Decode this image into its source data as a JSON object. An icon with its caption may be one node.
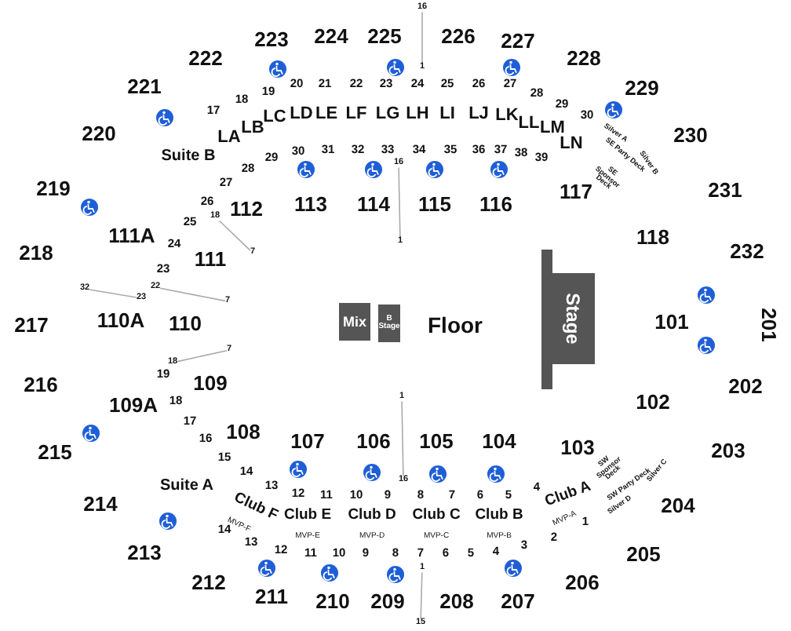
{
  "diagram": {
    "nodes": [
      {
        "text": [
          "Mix"
        ]
      },
      {
        "text": [
          "B Stage"
        ]
      },
      {
        "text": [
          "Stage"
        ]
      },
      {
        "text": [
          "16"
        ]
      },
      {
        "text": [
          "1"
        ]
      },
      {
        "text": [
          "16"
        ]
      },
      {
        "text": [
          "1"
        ]
      },
      {
        "text": [
          "18"
        ]
      },
      {
        "text": [
          "7"
        ]
      },
      {
        "text": [
          "32"
        ]
      },
      {
        "text": [
          "23"
        ]
      },
      {
        "text": [
          "22"
        ]
      },
      {
        "text": [
          "7"
        ]
      },
      {
        "text": [
          "18"
        ]
      },
      {
        "text": [
          "7"
        ]
      },
      {
        "text": [
          "1"
        ]
      },
      {
        "text": [
          "16"
        ]
      },
      {
        "text": [
          "1"
        ]
      },
      {
        "text": [
          "15"
        ]
      }
    ],
    "edges": [
      {
        "from": 3,
        "to": 4,
        "arrow": "none"
      },
      {
        "from": 5,
        "to": 6,
        "arrow": "none"
      },
      {
        "from": 7,
        "to": 8,
        "arrow": "none"
      },
      {
        "from": 9,
        "to": 10,
        "arrow": "none"
      },
      {
        "from": 11,
        "to": 12,
        "arrow": "none"
      },
      {
        "from": 13,
        "to": 14,
        "arrow": "none"
      },
      {
        "from": 15,
        "to": 16,
        "arrow": "none"
      },
      {
        "from": 17,
        "to": 18,
        "arrow": "none"
      }
    ],
    "labels": [
      "223",
      "224",
      "225",
      "226",
      "227",
      "222",
      "228",
      "221",
      "229",
      "20",
      "21",
      "22",
      "23",
      "24",
      "25",
      "26",
      "27",
      "19",
      "28",
      "18",
      "29",
      "17",
      "30",
      "LA",
      "LB",
      "LC",
      "LD",
      "LE",
      "LF",
      "LG",
      "LH",
      "LI",
      "LJ",
      "LK",
      "LL",
      "LM",
      "LN",
      "Silver A",
      "Silver B",
      "SE Party Deck",
      "SE Sponsor Deck",
      "220",
      "230",
      "Suite B",
      "29",
      "30",
      "31",
      "32",
      "33",
      "34",
      "35",
      "36",
      "37",
      "38",
      "39",
      "28",
      "27",
      "219",
      "26",
      "112",
      "113",
      "114",
      "115",
      "116",
      "117",
      "231",
      "25",
      "218",
      "111A",
      "24",
      "111",
      "118",
      "232",
      "23",
      "217",
      "110A",
      "110",
      "Floor",
      "101",
      "201",
      "19",
      "216",
      "109",
      "202",
      "109A",
      "18",
      "102",
      "17",
      "16",
      "108",
      "215",
      "107",
      "106",
      "105",
      "104",
      "103",
      "203",
      "15",
      "14",
      "SW Sponsor Deck",
      "SW Party Deck",
      "Silver C",
      "Suite A",
      "13",
      "12",
      "11",
      "10",
      "9",
      "8",
      "7",
      "6",
      "5",
      "4",
      "Club A",
      "214",
      "Club F",
      "Silver D",
      "204",
      "Club E",
      "Club D",
      "Club C",
      "Club B",
      "14",
      "MVP-F",
      "MVP-A",
      "1",
      "MVP-E",
      "MVP-D",
      "MVP-C",
      "MVP-B",
      "2",
      "213",
      "13",
      "12",
      "11",
      "10",
      "9",
      "8",
      "7",
      "6",
      "5",
      "4",
      "3",
      "205",
      "212",
      "206",
      "211",
      "210",
      "209",
      "208",
      "207"
    ]
  }
}
